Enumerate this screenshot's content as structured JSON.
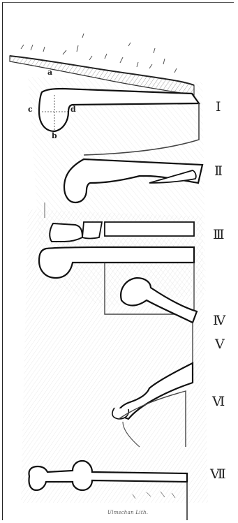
{
  "figure": {
    "stage_labels": [
      "I",
      "II",
      "III",
      "IV",
      "V",
      "VI",
      "VII"
    ],
    "point_labels": {
      "a": "a",
      "b": "b",
      "c": "c",
      "d": "d"
    },
    "signature": "Ulmschan Lith."
  }
}
